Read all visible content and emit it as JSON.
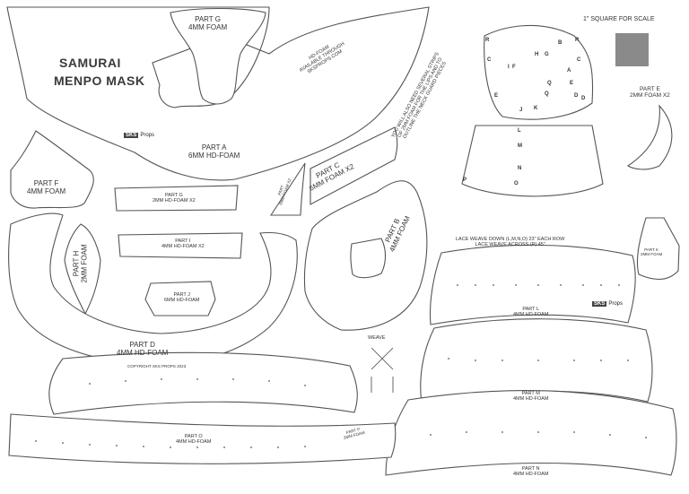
{
  "title": {
    "line1": "SAMURAI",
    "line2": "MENPO MASK"
  },
  "scale": {
    "label": "1\" SQUARE FOR SCALE"
  },
  "logo": {
    "box": "SKS",
    "word": "Props"
  },
  "copyright": "COPYRIGHT SKS PROPS 2023",
  "hd_foam_note": {
    "l1": "HD-FOAM",
    "l2": "AVAILABLE THROUGH",
    "l3": "SKSPROPS.COM"
  },
  "strips_note": {
    "l1": "YOU WILL ALSO NEED SEVERAL STRIPS",
    "l2": "OF 2MM FOAM FOR THE LIPS AND TO",
    "l3": "OUTLINE THE NECK GUARD PIECES"
  },
  "lace_note": {
    "l1": "LACE WEAVE DOWN (L,M,N,O) 23\" EACH ROW",
    "l2": "LACE WEAVE ACROSS (P) 45\""
  },
  "weave_label": "WEAVE",
  "parts": {
    "a": {
      "name": "PART A",
      "material": "6MM HD-FOAM"
    },
    "b": {
      "name": "PART B",
      "material": "4MM FOAM"
    },
    "c": {
      "name": "PART C",
      "material": "6MM FOAM X2"
    },
    "d": {
      "name": "PART D",
      "material": "4MM HD-FOAM"
    },
    "e": {
      "name": "PART E",
      "material": "2MM FOAM X2"
    },
    "f": {
      "name": "PART F",
      "material": "4MM FOAM"
    },
    "g": {
      "name": "PART G",
      "material": "4MM FOAM"
    },
    "g2": {
      "name": "PART G",
      "material": "2MM HD-FOAM X2"
    },
    "h": {
      "name": "PART H",
      "material": "2MM FOAM"
    },
    "i": {
      "name": "PART I",
      "material": "4MM HD-FOAM X2"
    },
    "j": {
      "name": "PART J",
      "material": "6MM HD-FOAM"
    },
    "k": {
      "name": "PART K",
      "material": "2MM FOAM"
    },
    "l": {
      "name": "PART L",
      "material": "4MM HD-FOAM"
    },
    "m": {
      "name": "PART M",
      "material": "4MM HD-FOAM"
    },
    "n": {
      "name": "PART N",
      "material": "4MM HD-FOAM"
    },
    "o": {
      "name": "PART O",
      "material": "4MM HD-FOAM"
    },
    "p": {
      "name": "PART P",
      "material": "2MM FOAM"
    },
    "small": {
      "name": "PART",
      "material": "6MM FOAM X2"
    }
  },
  "diagram_letters": [
    "R",
    "C",
    "F",
    "H",
    "G",
    "B",
    "R",
    "C",
    "I",
    "D",
    "A",
    "E",
    "Q",
    "Q",
    "E",
    "D",
    "J",
    "K",
    "L",
    "M",
    "N",
    "P",
    "O"
  ]
}
